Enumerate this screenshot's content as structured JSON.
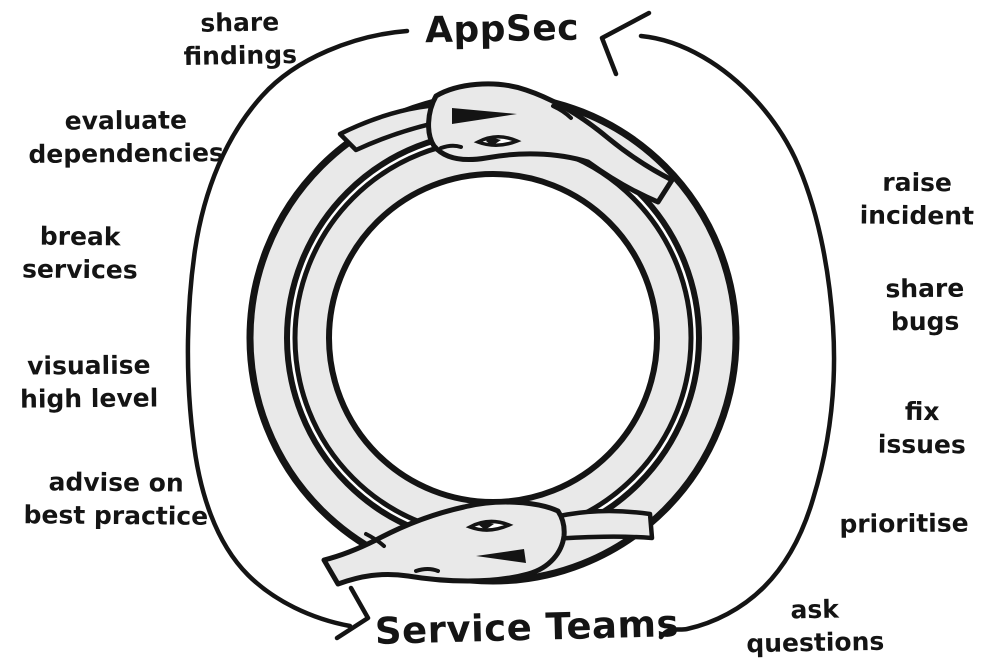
{
  "diagram": {
    "top_node": "AppSec",
    "bottom_node": "Service Teams",
    "left_labels": [
      {
        "lines": [
          "share",
          "findings"
        ]
      },
      {
        "lines": [
          "evaluate",
          "dependencies"
        ]
      },
      {
        "lines": [
          "break",
          "services"
        ]
      },
      {
        "lines": [
          "visualise",
          "high level"
        ]
      },
      {
        "lines": [
          "advise on",
          "best practice"
        ]
      }
    ],
    "right_labels": [
      {
        "lines": [
          "raise",
          "incident"
        ]
      },
      {
        "lines": [
          "share",
          "bugs"
        ]
      },
      {
        "lines": [
          "fix",
          "issues"
        ]
      },
      {
        "lines": [
          "prioritise"
        ]
      },
      {
        "lines": [
          "ask",
          "questions"
        ]
      }
    ],
    "colors": {
      "ink": "#141414",
      "snake_fill": "#e9e9e9",
      "background": "#ffffff"
    }
  }
}
